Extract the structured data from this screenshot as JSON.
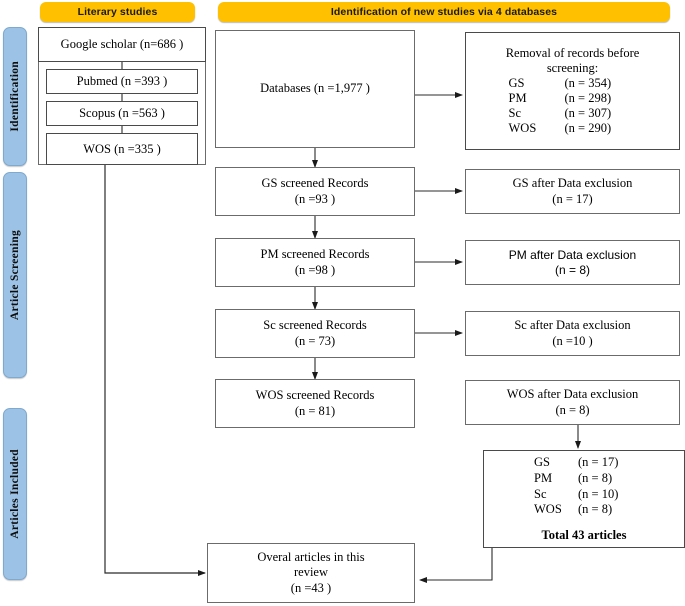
{
  "headers": {
    "left": "Literary studies",
    "right": "Identification of new studies via 4 databases"
  },
  "stages": [
    {
      "label": "Identification"
    },
    {
      "label": "Article Screening"
    },
    {
      "label": "Articles Included"
    }
  ],
  "left_column": {
    "sources": [
      {
        "name": "google-scholar",
        "text": "Google scholar (n=686 )"
      },
      {
        "name": "pubmed",
        "text": "Pubmed (n =393 )"
      },
      {
        "name": "scopus",
        "text": "Scopus (n =563 )"
      },
      {
        "name": "wos",
        "text": "WOS (n =335 )"
      }
    ]
  },
  "middle_column": {
    "databases": {
      "line1": "Databases (n =1,977 )"
    },
    "screened": [
      {
        "name": "gs",
        "line1": "GS screened Records",
        "line2": "(n =93 )"
      },
      {
        "name": "pm",
        "line1": "PM screened Records",
        "line2": "(n =98 )"
      },
      {
        "name": "sc",
        "line1": "Sc screened Records",
        "line2": "(n = 73)"
      },
      {
        "name": "wos",
        "line1": "WOS screened Records",
        "line2": "(n = 81)"
      }
    ],
    "overall": {
      "line1": "Overal articles in this",
      "line2": "review",
      "line3": "(n =43 )"
    }
  },
  "right_column": {
    "removal": {
      "title_line1": "Removal of records before",
      "title_line2": "screening:",
      "rows": [
        {
          "key": "GS",
          "value": "(n = 354)"
        },
        {
          "key": "PM",
          "value": "(n = 298)"
        },
        {
          "key": "Sc",
          "value": "(n = 307)"
        },
        {
          "key": "WOS",
          "value": "(n = 290)"
        }
      ]
    },
    "exclusions": [
      {
        "name": "gs",
        "line1": "GS after Data exclusion",
        "line2": "(n = 17)"
      },
      {
        "name": "pm",
        "line1": "PM after Data exclusion",
        "line2": "(n = 8)"
      },
      {
        "name": "sc",
        "line1": "Sc after Data exclusion",
        "line2": "(n =10 )"
      },
      {
        "name": "wos",
        "line1": "WOS after Data exclusion",
        "line2": "(n = 8)"
      }
    ],
    "totals": {
      "rows": [
        {
          "key": "GS",
          "value": "(n = 17)"
        },
        {
          "key": "PM",
          "value": "(n = 8)"
        },
        {
          "key": "Sc",
          "value": "(n = 10)"
        },
        {
          "key": "WOS",
          "value": "(n = 8)"
        }
      ],
      "total_label": "Total 43 articles"
    }
  },
  "colors": {
    "header_orange": "#FFC000",
    "stage_blue": "#9CC3E5",
    "box_border": "#6b6b6b",
    "connector": "#2b2b2b"
  }
}
